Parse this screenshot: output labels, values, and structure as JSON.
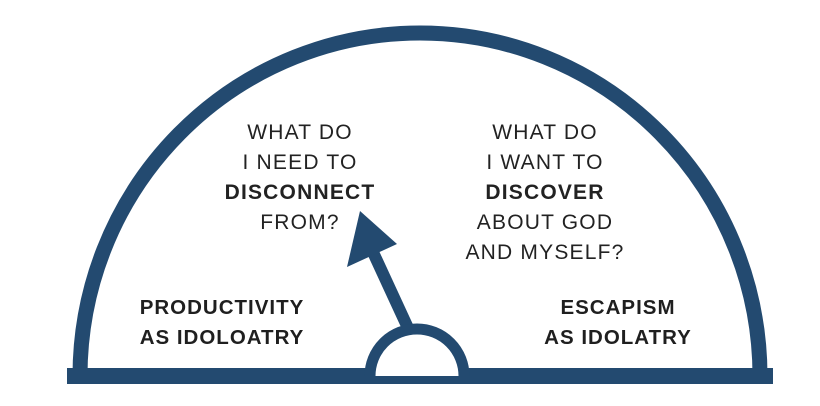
{
  "colors": {
    "gauge": "#234a70",
    "text": "#222222",
    "background": "#ffffff"
  },
  "questions": {
    "left": {
      "line1": "WHAT DO",
      "line2": "I NEED TO",
      "line3": "DISCONNECT",
      "line4": "FROM?"
    },
    "right": {
      "line1": "WHAT DO",
      "line2": "I WANT TO",
      "line3": "DISCOVER",
      "line4": "ABOUT GOD",
      "line5": "AND MYSELF?"
    }
  },
  "sides": {
    "left": {
      "line1": "PRODUCTIVITY",
      "line2": "AS IDOLOATRY"
    },
    "right": {
      "line1": "ESCAPISM",
      "line2": "AS IDOLATRY"
    }
  },
  "needle": {
    "points_to": "left-question"
  }
}
